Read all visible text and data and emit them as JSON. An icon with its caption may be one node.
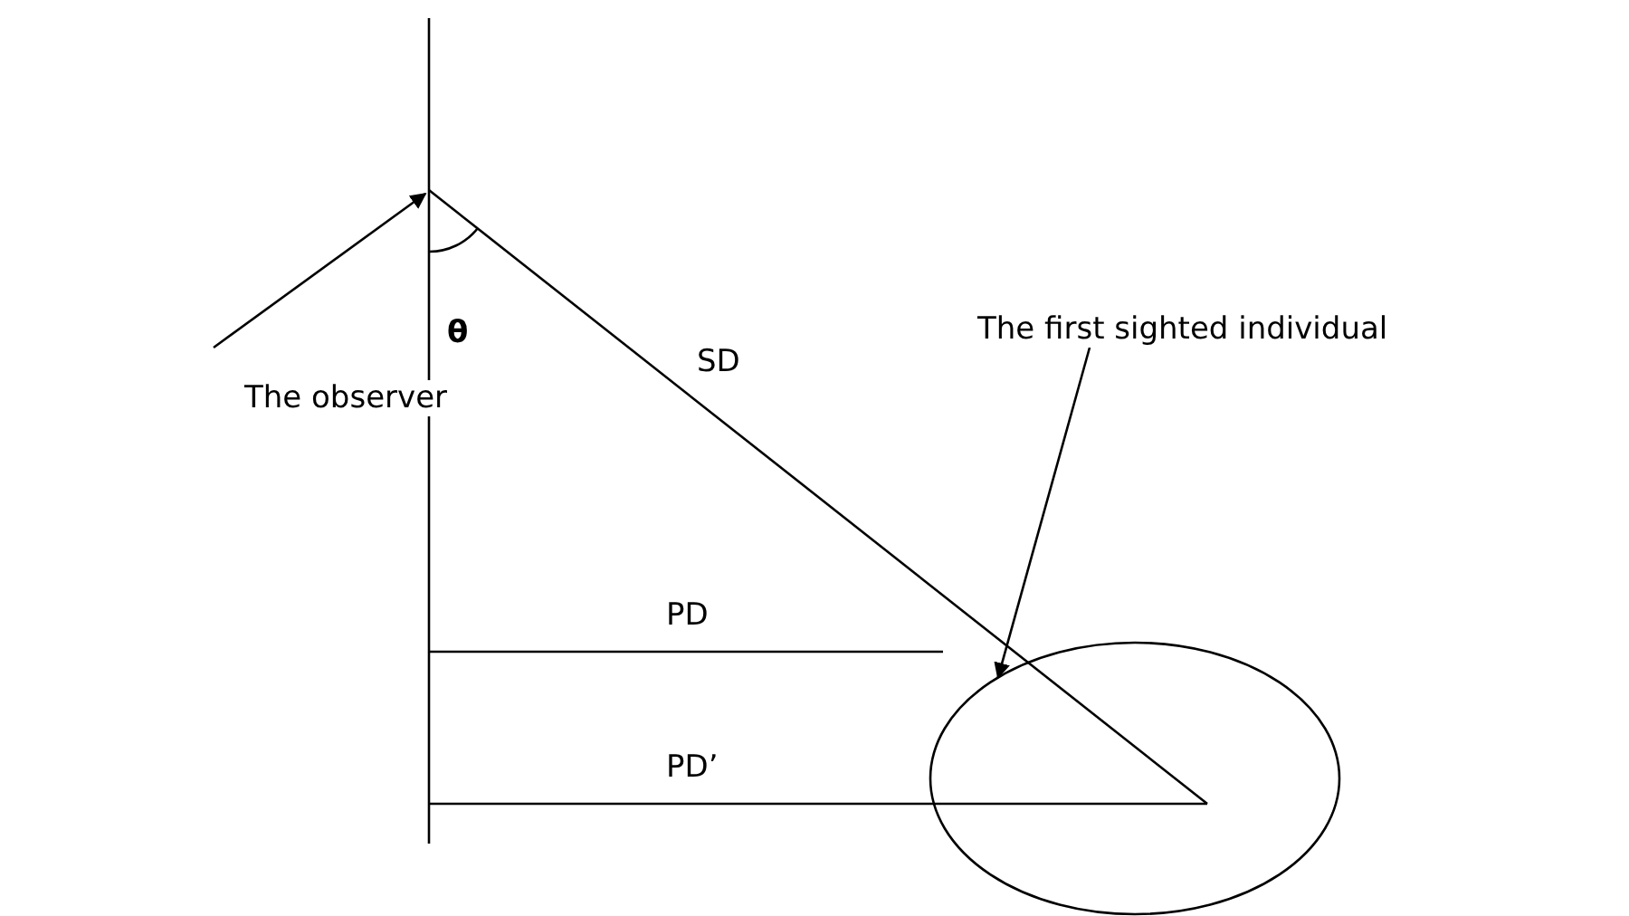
{
  "diagram": {
    "nodes": [
      {
        "text": [
          "The observer"
        ]
      },
      {
        "text": [
          "The first sighted individual"
        ]
      },
      {
        "text": [],
        "shape": "circle"
      }
    ],
    "edges": [
      {
        "from": 0,
        "to": null,
        "arrow": "to"
      },
      {
        "from": 1,
        "to": 2,
        "arrow": "to"
      }
    ],
    "labels": [
      "θ",
      "SD",
      "PD",
      "PD’"
    ]
  }
}
